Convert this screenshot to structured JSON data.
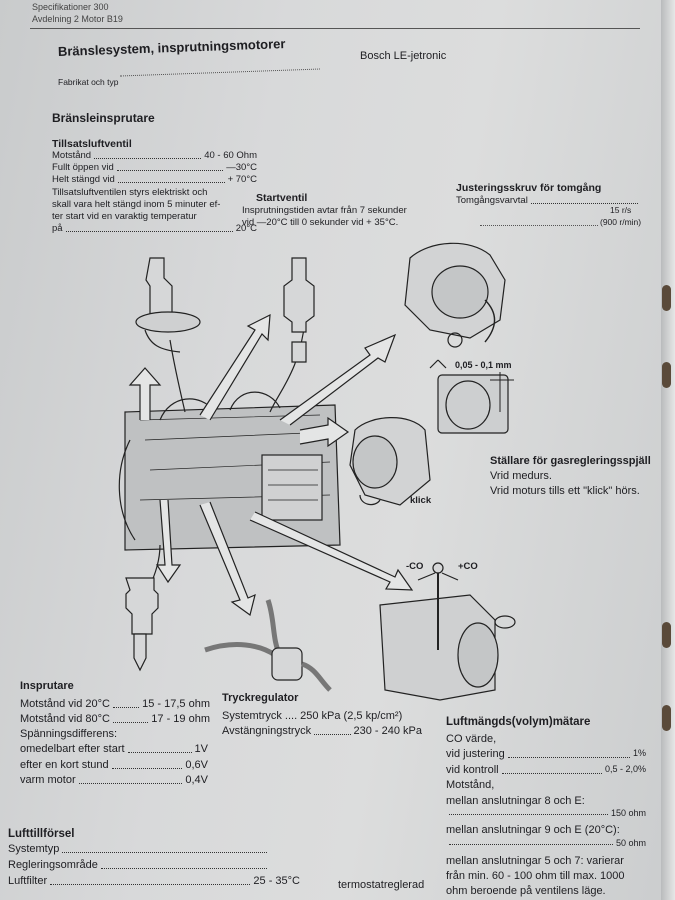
{
  "header": {
    "line1": "Specifikationer 300",
    "line2": "Avdelning 2 Motor B19"
  },
  "section_title": "Bränslesystem, insprutningsmotorer",
  "fabrikat": {
    "label": "Fabrikat och typ",
    "value": "Bosch LE-jetronic"
  },
  "subsection_title": "Bränsleinsprutare",
  "tillsats": {
    "title": "Tillsatsluftventil",
    "rows": [
      {
        "label": "Motstånd",
        "value": "40 - 60 Ohm"
      },
      {
        "label": "Fullt öppen vid",
        "value": "—30°C"
      },
      {
        "label": "Helt stängd vid",
        "value": "+ 70°C"
      }
    ],
    "desc1": "Tillsatsluftventilen styrs elektriskt och",
    "desc2": "skall vara helt stängd inom 5 minuter ef-",
    "desc3": "ter start vid en varaktig temperatur",
    "desc4_label": "på",
    "desc4_value": "20°C"
  },
  "startventil": {
    "title": "Startventil",
    "line1": "Insprutningstiden avtar från 7 sekunder",
    "line2": "vid —20°C till 0 sekunder vid + 35°C."
  },
  "justering": {
    "title": "Justeringsskruv för tomgång",
    "label": "Tomgångsvarvtal",
    "value": "15 r/s",
    "value2": "(900 r/min)"
  },
  "gap_label": "0,05 - 0,1 mm",
  "klick_label": "klick",
  "stallare": {
    "title": "Ställare för gasregleringsspjäll",
    "line1": "Vrid medurs.",
    "line2": "Vrid moturs tills ett \"klick\" hörs."
  },
  "co": {
    "minus": "-CO",
    "plus": "+CO"
  },
  "insprutare": {
    "title": "Insprutare",
    "rows": [
      {
        "label": "Motstånd vid 20°C",
        "value": "15 - 17,5 ohm"
      },
      {
        "label": "Motstånd vid 80°C",
        "value": "17 - 19 ohm"
      }
    ],
    "spanning_label": "Spänningsdifferens:",
    "spanning_rows": [
      {
        "label": "omedelbart efter start",
        "value": "1V"
      },
      {
        "label": "efter en kort stund",
        "value": "0,6V"
      },
      {
        "label": "varm motor",
        "value": "0,4V"
      }
    ]
  },
  "tryckregulator": {
    "title": "Tryckregulator",
    "rows": [
      {
        "label": "Systemtryck",
        "value": "250 kPa (2,5 kp/cm²)"
      },
      {
        "label": "Avstängningstryck",
        "value": "230 - 240 kPa"
      }
    ]
  },
  "luftmangd": {
    "title": "Luftmängds(volym)mätare",
    "co_label": "CO värde,",
    "rows": [
      {
        "label": "vid justering",
        "value": "1%"
      },
      {
        "label": "vid kontroll",
        "value": "0,5 - 2,0%"
      }
    ],
    "motstand": "Motstånd,",
    "r1": "mellan anslutningar 8 och E:",
    "r1_value": "150 ohm",
    "r2": "mellan anslutningar 9 och E (20°C):",
    "r2_value": "50 ohm",
    "r3": "mellan anslutningar 5 och 7: varierar",
    "r4": "från min. 60 - 100 ohm till max. 1000",
    "r5": "ohm beroende på ventilens läge."
  },
  "lufttillforsel": {
    "title": "Lufttillförsel",
    "rows": [
      {
        "label": "Systemtyp",
        "value": ""
      },
      {
        "label": "Regleringsområde",
        "value": ""
      },
      {
        "label": "Luftfilter",
        "value": "25 - 35°C"
      }
    ],
    "systemtyp_value": "termostatreglerad"
  }
}
